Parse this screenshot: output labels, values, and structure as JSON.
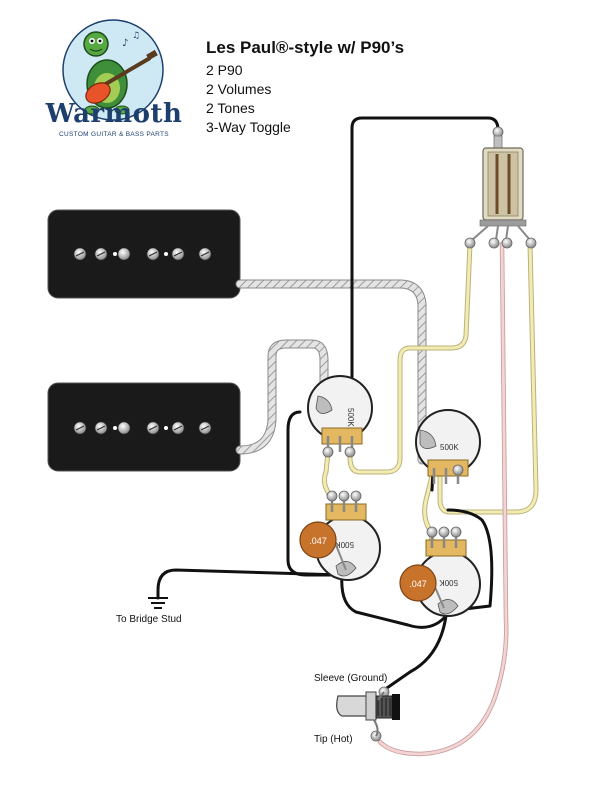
{
  "brand": {
    "name": "Warmoth",
    "tagline": "CUSTOM GUITAR & BASS PARTS"
  },
  "title": "Les Paul®-style w/ P90’s",
  "specs": [
    "2 P90",
    "2 Volumes",
    "2 Tones",
    "3-Way Toggle"
  ],
  "pot_values": {
    "vol1": "500K",
    "vol2": "500K",
    "tone1": "500K",
    "tone2": "500K"
  },
  "capacitors": {
    "tone1_cap": ".047",
    "tone2_cap": ".047"
  },
  "labels": {
    "ground": "To Bridge Stud",
    "sleeve": "Sleeve (Ground)",
    "tip": "Tip (Hot)"
  },
  "colors": {
    "wire_black": "#111111",
    "wire_yellow": "#f3ecb2",
    "wire_pink": "#eec4c4",
    "braid": "#d8d8d8",
    "pickup": "#1a1a1a",
    "pot_body": "#f2f2f2",
    "capacitor": "#c8732b",
    "logo_circle": "#cfe9f4",
    "logo_text": "#1d3f6e"
  }
}
